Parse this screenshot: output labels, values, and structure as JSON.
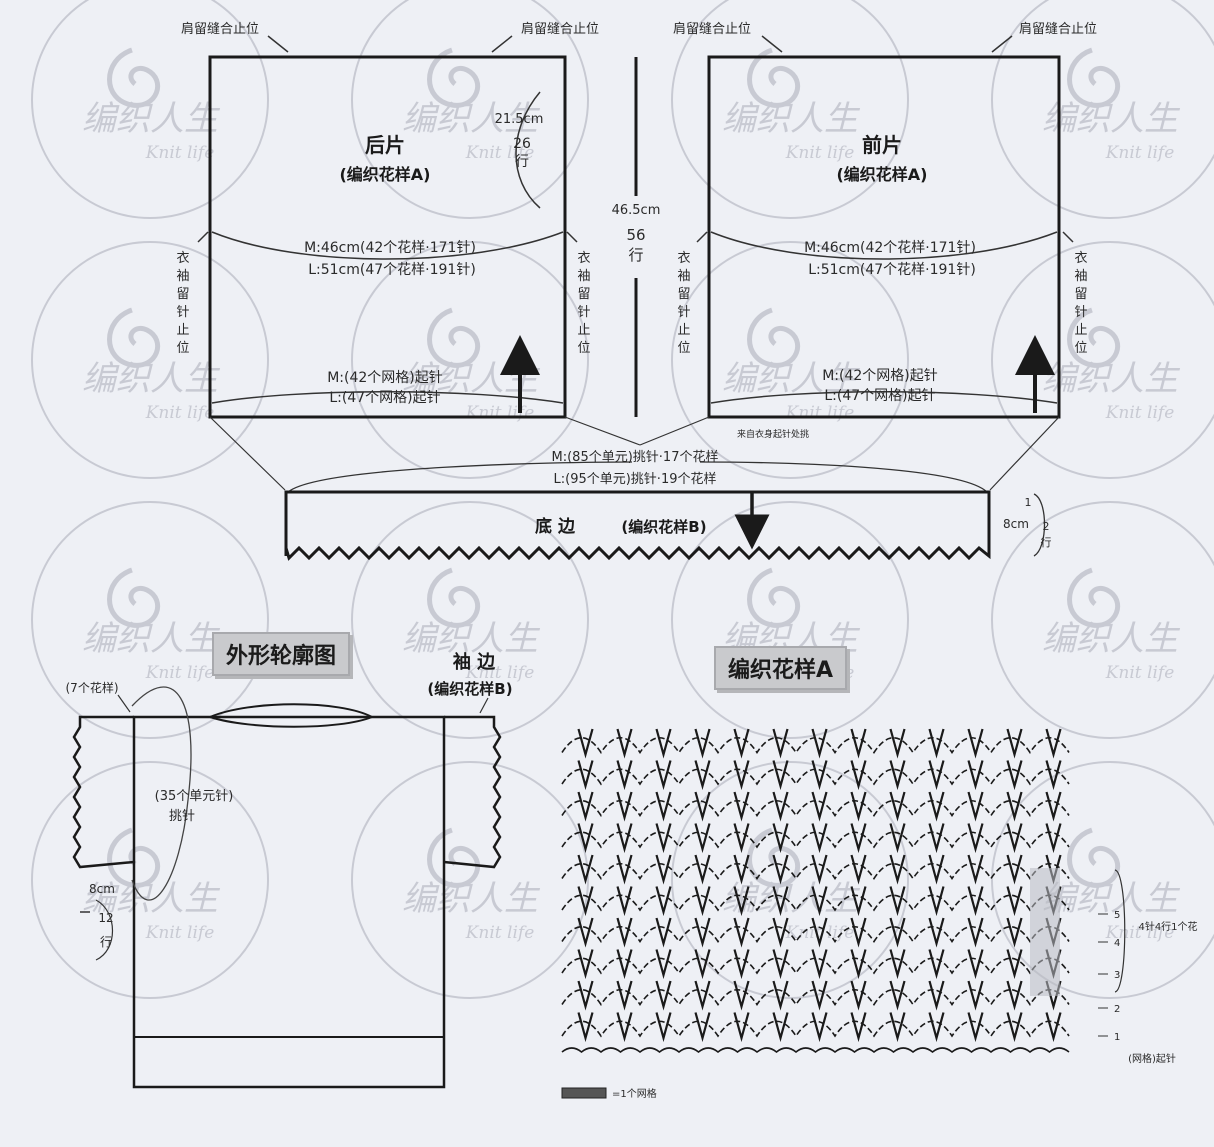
{
  "colors": {
    "background": "#eef0f5",
    "line": "#1a1a1a",
    "watermark": "#c8cad3",
    "highlight": "#b9bbc2"
  },
  "watermark": {
    "text_cn": "编织人生",
    "text_en": "Knit life"
  },
  "top": {
    "shoulder_label": "肩留缝合止位",
    "back": {
      "title": "后片",
      "subtitle": "(编织花样A)",
      "width_m": "M:46cm(42个花样·171针)",
      "width_l": "L:51cm(47个花样·191针)",
      "cast_on_m": "M:(42个网格)起针",
      "cast_on_l": "L:(47个网格)起针",
      "armhole_chars": [
        "衣",
        "袖",
        "留",
        "针",
        "止",
        "位"
      ],
      "armhole_depth": "21.5cm",
      "armhole_rows_n": "26",
      "armhole_rows_u": "行"
    },
    "front": {
      "title": "前片",
      "subtitle": "(编织花样A)",
      "width_m": "M:46cm(42个花样·171针)",
      "width_l": "L:51cm(47个花样·191针)",
      "cast_on_m": "M:(42个网格)起针",
      "cast_on_l": "L:(47个网格)起针",
      "armhole_chars": [
        "衣",
        "袖",
        "留",
        "针",
        "止",
        "位"
      ],
      "note": "来自衣身起针处挑"
    },
    "center_height": "46.5cm",
    "center_rows_n": "56",
    "center_rows_u": "行",
    "hem_pickup_m": "M:(85个单元)挑针·17个花样",
    "hem_pickup_l": "L:(95个单元)挑针·19个花样",
    "hem": {
      "label": "底 边",
      "pattern": "(编织花样B)",
      "height": "8cm",
      "rows": [
        "1",
        "2",
        "行"
      ]
    }
  },
  "outline": {
    "title": "外形轮廓图",
    "sleeve_label": "袖 边",
    "sleeve_pattern": "(编织花样B)",
    "repeats": "(7个花样)",
    "pickup_1": "(35个单元针)",
    "pickup_2": "挑针",
    "height": "8cm",
    "rows_n": "12",
    "rows_u": "行"
  },
  "patternA": {
    "title": "编织花样A",
    "row_labels": [
      "5",
      "4",
      "3",
      "2",
      "1"
    ],
    "repeat_label": "4针4行1个花",
    "cast_on_label": "(网格)起针",
    "legend": "=1个网格"
  }
}
